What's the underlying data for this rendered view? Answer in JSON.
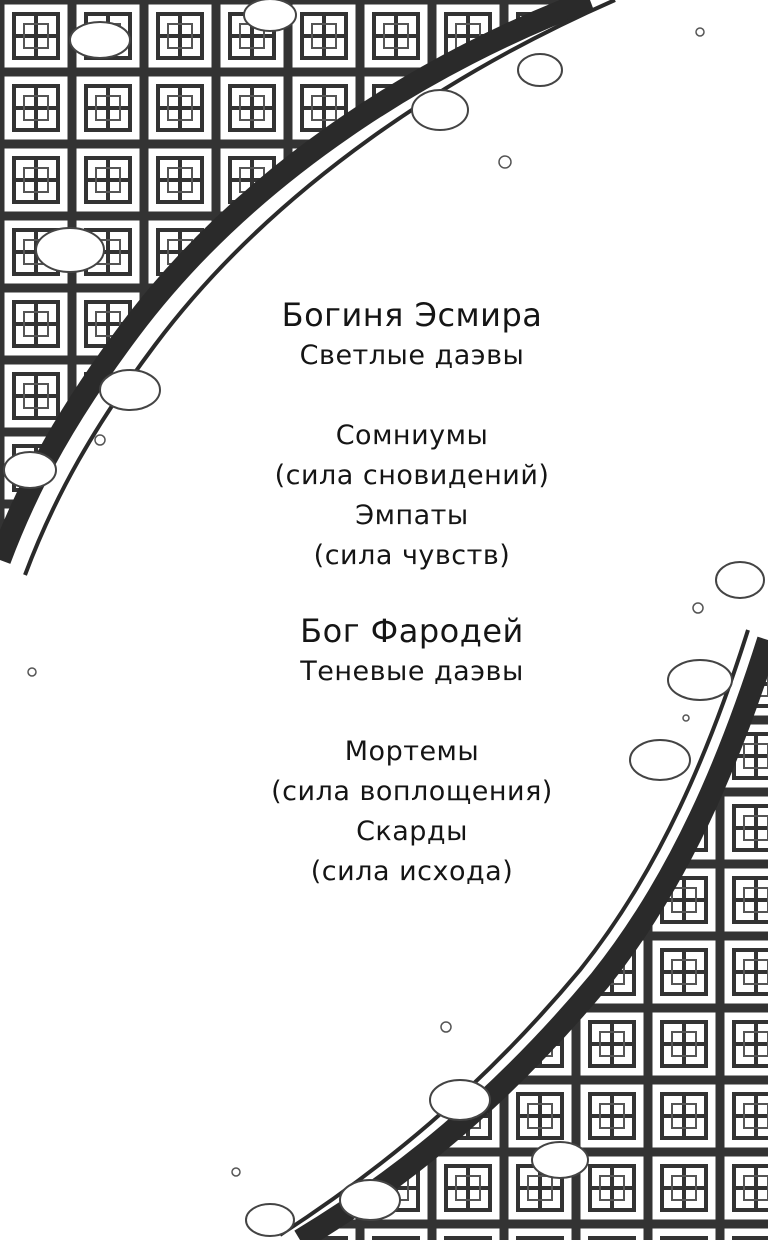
{
  "goddess": {
    "name": "Богиня Эсмира",
    "race": "Светлые даэвы",
    "types": [
      {
        "name": "Сомниумы",
        "power": "(сила сновидений)"
      },
      {
        "name": "Эмпаты",
        "power": "(сила чувств)"
      }
    ]
  },
  "god": {
    "name": "Бог Фародей",
    "race": "Теневые даэвы",
    "types": [
      {
        "name": "Мортемы",
        "power": "(сила воплощения)"
      },
      {
        "name": "Скарды",
        "power": "(сила исхода)"
      }
    ]
  },
  "colors": {
    "frame": "#2a2a2a",
    "lattice": "#3a3a3a",
    "background": "#ffffff",
    "text": "#151515"
  }
}
